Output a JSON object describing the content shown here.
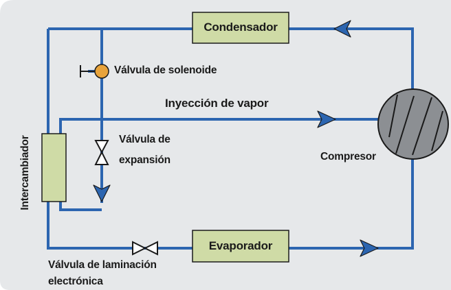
{
  "colors": {
    "panel": "#e6e8ea",
    "pipe": "#2c65b0",
    "component_fill": "#cfdba6",
    "component_stroke": "#1a1a1a",
    "solenoid": "#e8a33b",
    "compressor_fill": "#8c8f93",
    "text": "#1a1a1a"
  },
  "components": {
    "condenser": "Condensador",
    "evaporator": "Evaporador",
    "compressor": "Compresor",
    "heat_exchanger": "Intercambiador",
    "solenoid_valve": "Válvula de solenoide",
    "expansion_valve": {
      "line1": "Válvula de",
      "line2": "expansión"
    },
    "electronic_valve": {
      "line1": "Válvula de laminación",
      "line2": "electrónica"
    }
  },
  "flows": {
    "vapor_injection": "Inyección de vapor"
  },
  "icons": [
    "flow-arrow-icon",
    "valve-icon",
    "solenoid-icon",
    "compressor-icon"
  ]
}
